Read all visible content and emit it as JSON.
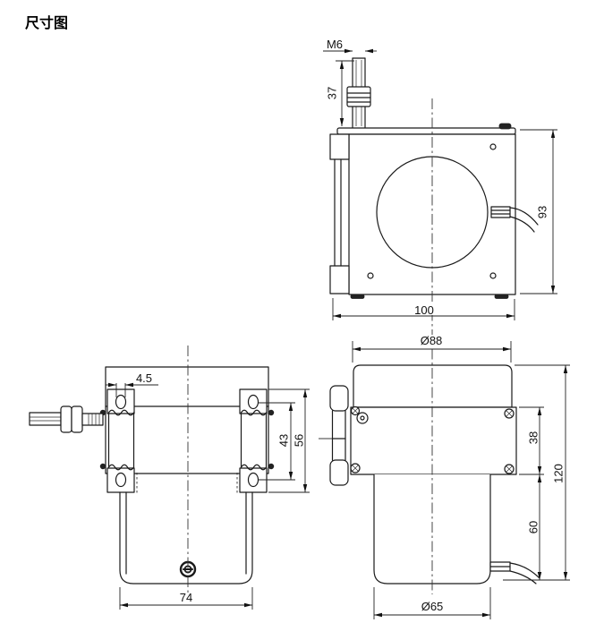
{
  "title": "尺寸图",
  "colors": {
    "line": "#1a1a1a",
    "background": "#ffffff"
  },
  "drawing": {
    "front_view": {
      "thread_label": "M6",
      "stud_height": "37",
      "body_height": "93",
      "body_width": "100"
    },
    "top_view": {
      "slot_width": "4.5",
      "slot_span": "43",
      "bracket_span": "56",
      "base_width": "74"
    },
    "side_view": {
      "drum_diameter": "Ø88",
      "flange_depth": "38",
      "motor_depth": "60",
      "total_depth": "120",
      "motor_diameter": "Ø65"
    }
  }
}
